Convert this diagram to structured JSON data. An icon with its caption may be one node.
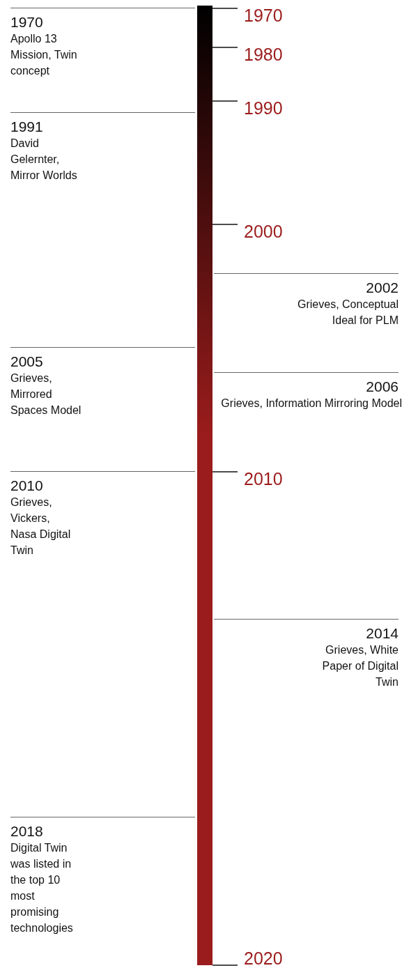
{
  "diagram": {
    "nodes": [
      {
        "text": [
          "1970",
          "Apollo 13 Mission, Twin concept"
        ]
      },
      {
        "text": [
          "1991",
          "David Gelernter, Mirror Worlds"
        ]
      },
      {
        "text": [
          "2002",
          "Grieves, Conceptual Ideal for PLM"
        ]
      },
      {
        "text": [
          "2005",
          "Grieves, Mirrored Spaces Model"
        ]
      },
      {
        "text": [
          "2006",
          "Grieves, Information Mirroring Model"
        ]
      },
      {
        "text": [
          "2010",
          "Grieves, Vickers, Nasa Digital Twin"
        ]
      },
      {
        "text": [
          "2014",
          "Grieves, White Paper of Digital Twin"
        ]
      },
      {
        "text": [
          "2018",
          "Digital Twin was listed in the top 10 most promising technologies"
        ]
      },
      {
        "text": [],
        "shape": "bar"
      }
    ],
    "labels": [
      "1970",
      "1980",
      "1990",
      "2000",
      "2010",
      "2020"
    ]
  }
}
